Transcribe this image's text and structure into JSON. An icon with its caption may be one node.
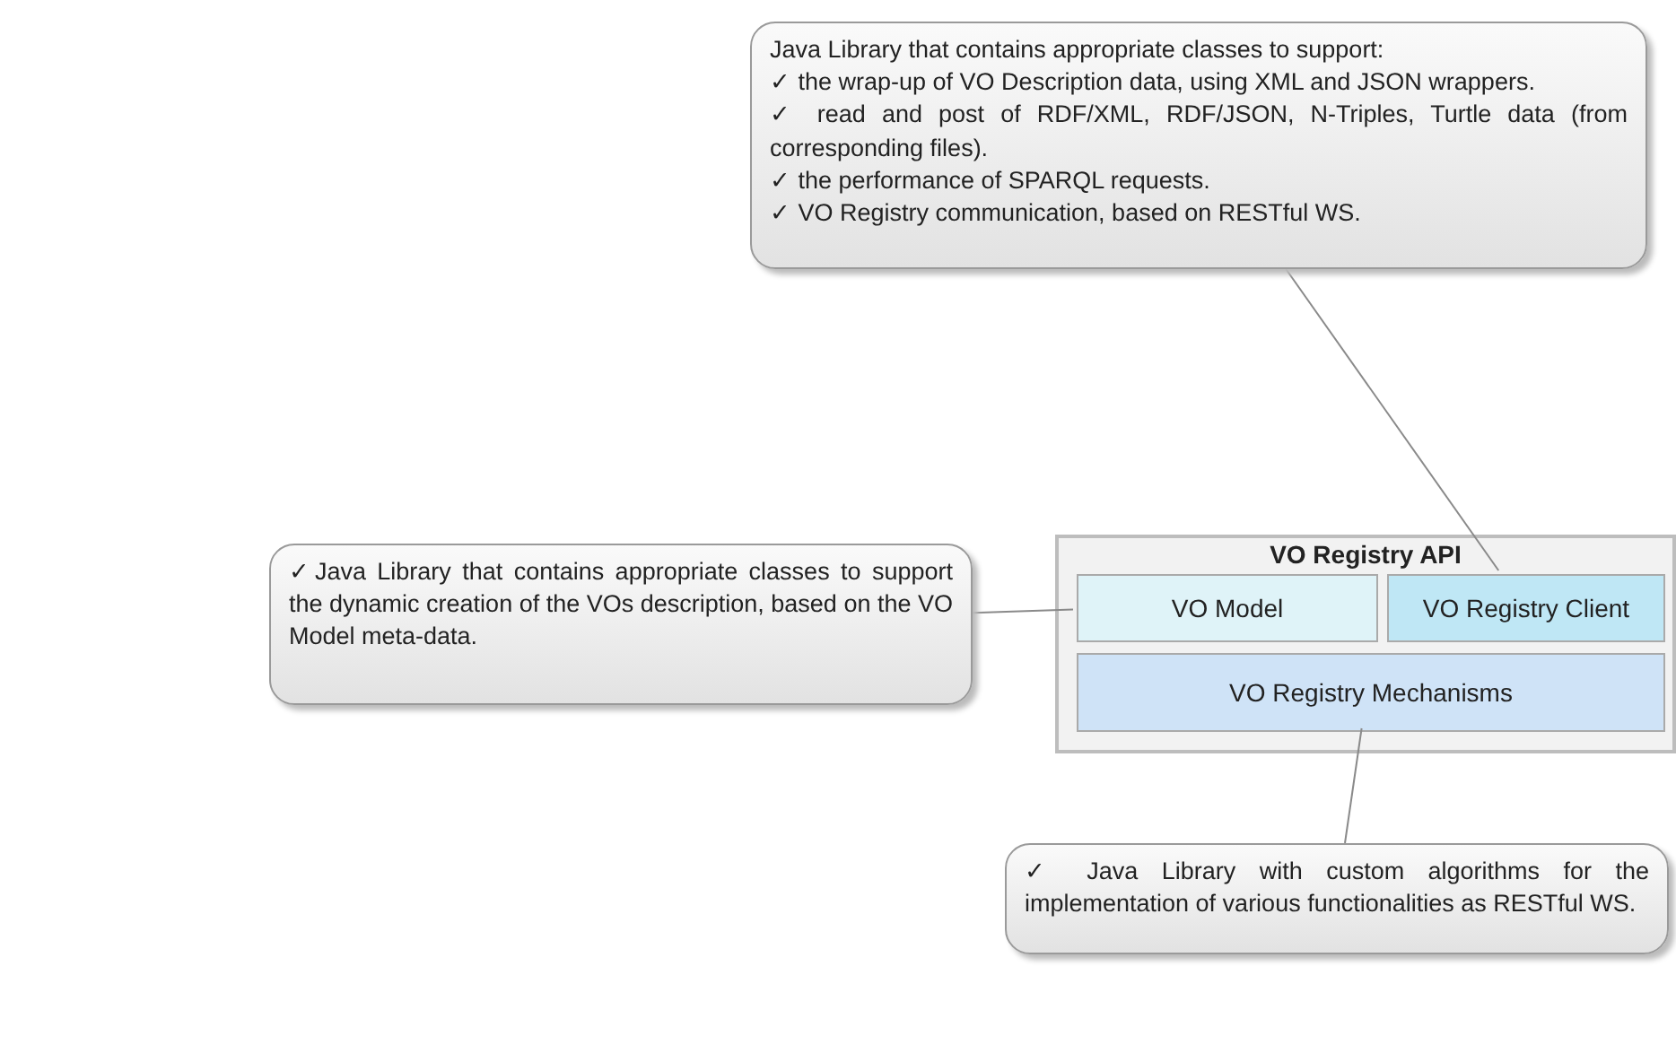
{
  "diagram": {
    "nodes": [
      {
        "text": [
          "VO Registry API"
        ]
      },
      {
        "text": [
          "VO Model"
        ],
        "in": 0
      },
      {
        "text": [
          "VO Registry Client"
        ],
        "in": 0
      },
      {
        "text": [
          "VO Registry Mechanisms"
        ],
        "in": 0
      },
      {
        "text": [
          "Java Library that contains appropriate classes to support:",
          "✓ the wrap-up of VO Description data, using XML and JSON wrappers.",
          "✓ read and post of RDF/XML, RDF/JSON, N-Triples, Turtle data (from corresponding files).",
          "✓ the performance of SPARQL requests.",
          "✓ VO Registry communication, based on RESTful WS."
        ]
      },
      {
        "text": [
          "✓Java Library that contains appropriate classes to support the dynamic creation of the VOs description, based on the VO Model meta-data."
        ]
      },
      {
        "text": [
          "✓ Java Library with custom algorithms for the implementation of various functionalities as RESTful WS."
        ]
      }
    ],
    "edges": [
      {
        "from": 4,
        "to": 2,
        "arrow": "none"
      },
      {
        "from": 5,
        "to": 1,
        "arrow": "none"
      },
      {
        "from": 6,
        "to": 3,
        "arrow": "none"
      }
    ]
  }
}
